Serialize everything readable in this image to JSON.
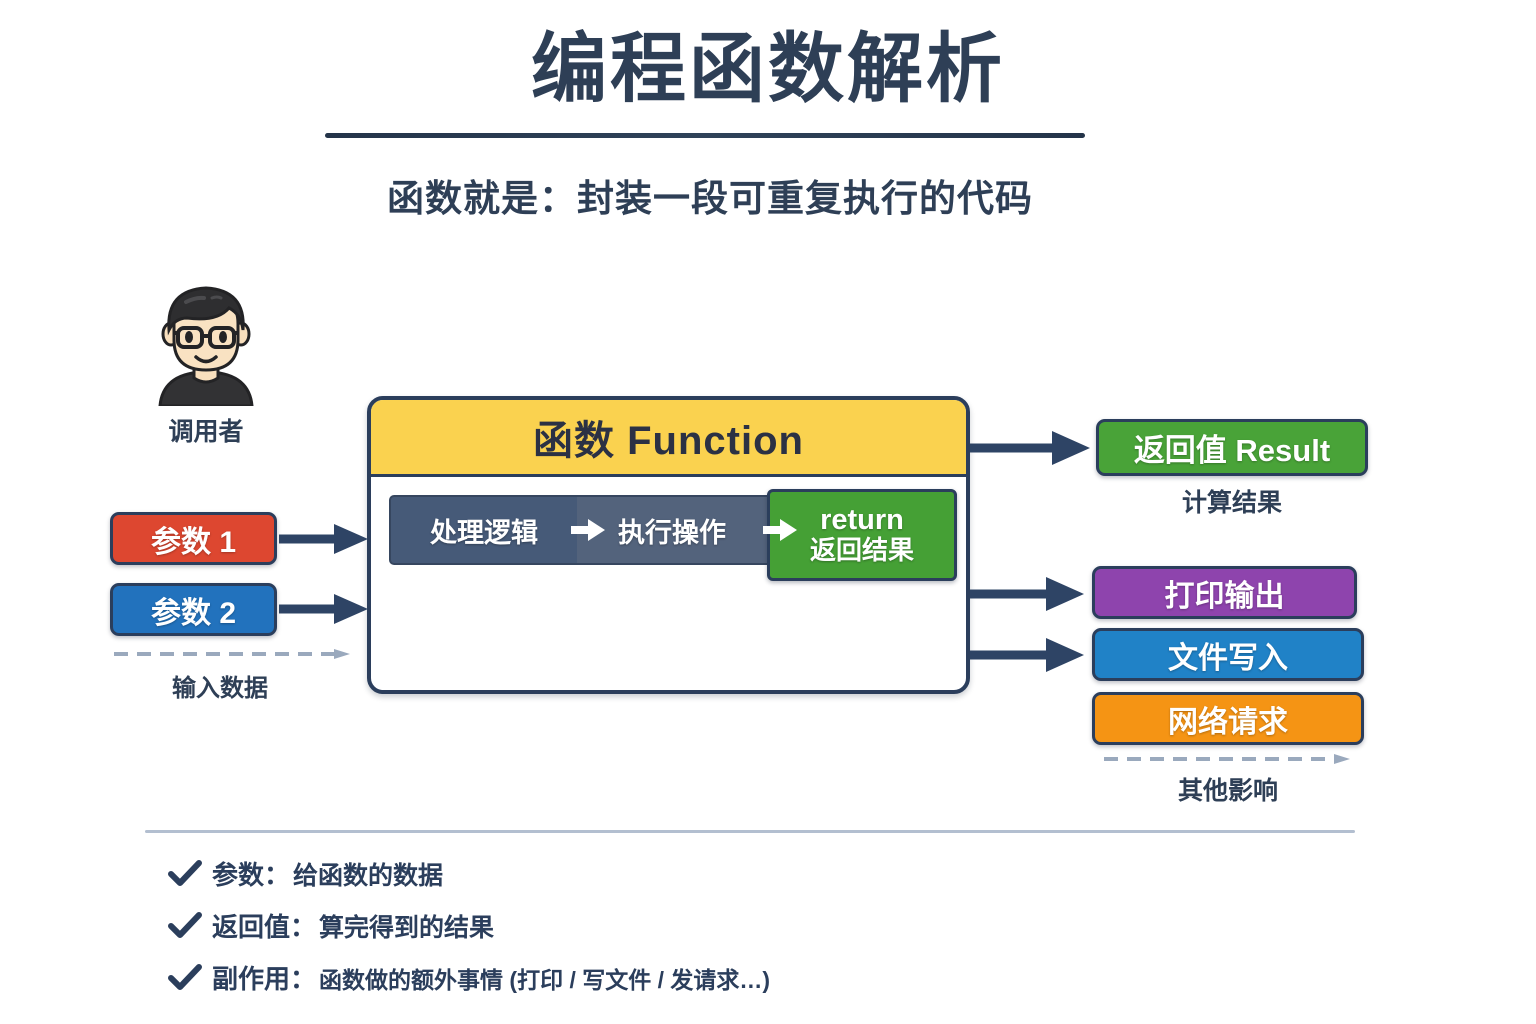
{
  "header": {
    "title": "编程函数解析",
    "subtitle": "函数就是：封装一段可重复执行的代码"
  },
  "caller": {
    "label": "调用者",
    "avatar_icon": "person-with-glasses-avatar-icon"
  },
  "inputs": {
    "param1": "参数 1",
    "param2": "参数 2",
    "caption": "输入数据",
    "param1_color": "#dd4730",
    "param2_color": "#2272bd"
  },
  "function_box": {
    "header_title": "函数 Function",
    "header_color": "#fad24f",
    "pipeline": [
      {
        "label": "处理逻辑",
        "color": "#465a78"
      },
      {
        "label": "执行操作",
        "color": "#53637c"
      }
    ],
    "return_segment": {
      "label_en": "return",
      "label_cn": "返回结果",
      "color": "#45a035"
    }
  },
  "outputs": {
    "result": {
      "label": "返回值 Result",
      "caption": "计算结果",
      "color": "#49a338"
    },
    "side_effects": [
      {
        "label": "打印输出",
        "color": "#8e44ad"
      },
      {
        "label": "文件写入",
        "color": "#2082c7"
      },
      {
        "label": "网络请求",
        "color": "#f59414"
      }
    ],
    "side_effects_caption": "其他影响"
  },
  "summary": [
    {
      "term": "参数：",
      "desc": "给函数的数据"
    },
    {
      "term": "返回值：",
      "desc": "算完得到的结果"
    },
    {
      "term": "副作用：",
      "desc": "函数做的额外事情 (打印 / 写文件 / 发请求…)"
    }
  ],
  "colors": {
    "ink": "#2b3e5c",
    "arrow": "#2e4465",
    "dashed": "#9aa9bd",
    "rule": "#b3bfd0"
  }
}
